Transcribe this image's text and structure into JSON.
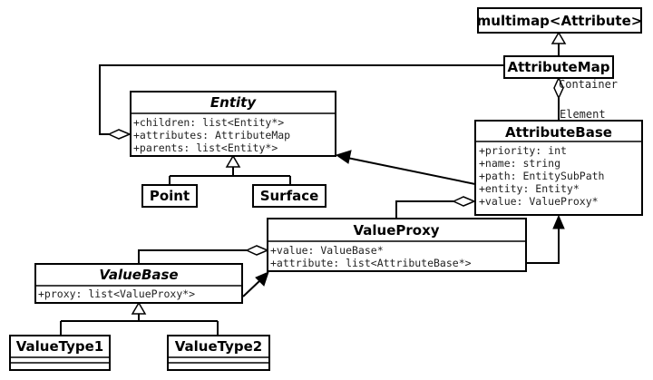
{
  "classes": {
    "multimap": {
      "name": "multimap<Attribute>"
    },
    "attribute_map": {
      "name": "AttributeMap"
    },
    "entity": {
      "name": "Entity",
      "attributes": [
        "+children: list<Entity*>",
        "+attributes: AttributeMap",
        "+parents: list<Entity*>"
      ]
    },
    "attribute_base": {
      "name": "AttributeBase",
      "attributes": [
        "+priority: int",
        "+name: string",
        "+path: EntitySubPath",
        "+entity: Entity*",
        "+value: ValueProxy*"
      ]
    },
    "point": {
      "name": "Point"
    },
    "surface": {
      "name": "Surface"
    },
    "value_proxy": {
      "name": "ValueProxy",
      "attributes": [
        "+value: ValueBase*",
        "+attribute: list<AttributeBase*>"
      ]
    },
    "value_base": {
      "name": "ValueBase",
      "attributes": [
        "+proxy: list<ValueProxy*>"
      ]
    },
    "value_type1": {
      "name": "ValueType1"
    },
    "value_type2": {
      "name": "ValueType2"
    }
  },
  "roles": {
    "container": "Container",
    "element": "Element"
  }
}
